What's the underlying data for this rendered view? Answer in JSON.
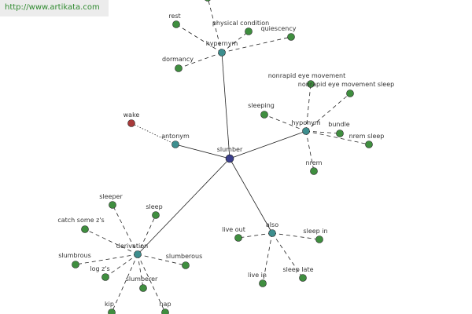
{
  "site_link": "http://www.artikata.com",
  "colors": {
    "center": "#3b3f8c",
    "relation": "#3d8e8e",
    "leaf": "#3f8e3f",
    "antonym_leaf": "#a83a3a",
    "edge": "#222222",
    "link_text": "#2f8a2f"
  },
  "graph": {
    "center": {
      "id": "slumber",
      "label": "slumber"
    },
    "relations": [
      {
        "id": "hypernym",
        "label": "hypernym",
        "leaves": [
          "rest",
          "physical condition",
          "quiescency",
          "dormancy",
          ""
        ]
      },
      {
        "id": "hyponym",
        "label": "hyponym",
        "leaves": [
          "nonrapid eye movement",
          "nonrapid eye movement sleep",
          "sleeping",
          "bundle",
          "nrem sleep",
          "nrem"
        ]
      },
      {
        "id": "antonym",
        "label": "antonym",
        "leaves": [
          "wake"
        ]
      },
      {
        "id": "also",
        "label": "also",
        "leaves": [
          "live out",
          "sleep in",
          "live in",
          "sleep late"
        ]
      },
      {
        "id": "derivation",
        "label": "derivation",
        "leaves": [
          "sleeper",
          "sleep",
          "catch some z's",
          "slumbrous",
          "slumberous",
          "log z's",
          "slumberer",
          "kip",
          "nap"
        ]
      }
    ]
  }
}
